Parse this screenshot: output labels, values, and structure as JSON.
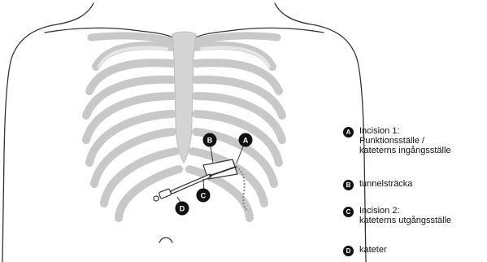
{
  "legend": [
    {
      "letter": "A",
      "text": "Incision 1:\nPunktionsställe /\nkateterns ingångsställe"
    },
    {
      "letter": "B",
      "text": "tunnelsträcka"
    },
    {
      "letter": "C",
      "text": "Incision 2:\nkateterns utgångsställe"
    },
    {
      "letter": "D",
      "text": "kateter"
    }
  ],
  "colors": {
    "bone": "#cfcfcf",
    "outline": "#333333",
    "badge": "#111111"
  }
}
